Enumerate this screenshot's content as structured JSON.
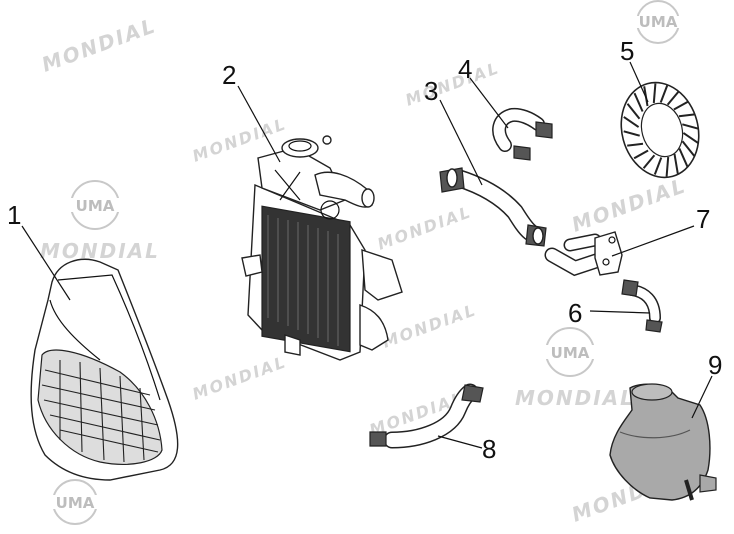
{
  "watermark": {
    "brand": "MONDIAL",
    "logo": "UMA"
  },
  "callouts": [
    {
      "number": "1"
    },
    {
      "number": "2"
    },
    {
      "number": "3"
    },
    {
      "number": "4"
    },
    {
      "number": "5"
    },
    {
      "number": "6"
    },
    {
      "number": "7"
    },
    {
      "number": "8"
    },
    {
      "number": "9"
    }
  ],
  "colors": {
    "line": "#111111",
    "watermark": "#d4d4d4",
    "tank": "#a9a9a9"
  }
}
